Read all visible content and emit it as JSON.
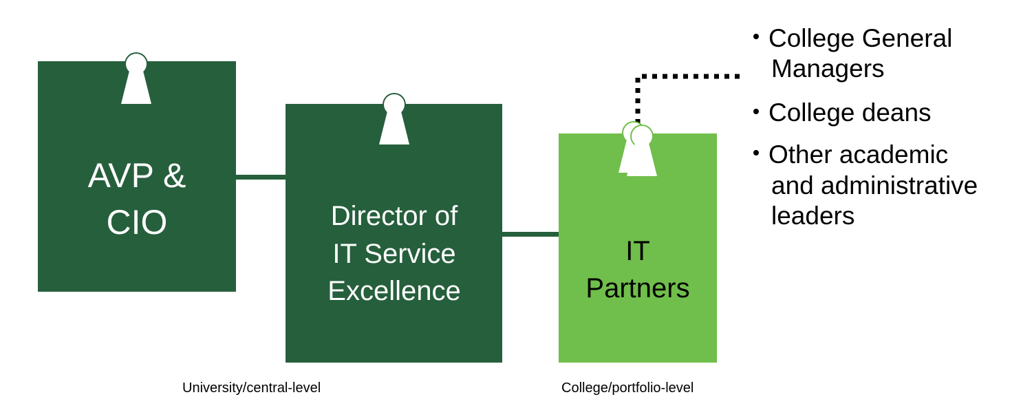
{
  "colors": {
    "dark_green": "#265f3c",
    "light_green": "#70be4b",
    "icon_fill": "#ffffff",
    "connector_dotted": "#000000"
  },
  "boxes": [
    {
      "id": "avp",
      "lines": [
        "AVP &",
        "CIO"
      ],
      "icon": "person-keyhole-icon"
    },
    {
      "id": "director",
      "lines": [
        "Director of",
        "IT Service",
        "Excellence"
      ],
      "icon": "person-keyhole-icon"
    },
    {
      "id": "partners",
      "lines": [
        "IT",
        "Partners"
      ],
      "icon": "two-person-keyhole-icon"
    }
  ],
  "stakeholders": [
    {
      "lines": [
        "College General",
        "Managers"
      ]
    },
    {
      "lines": [
        "College deans"
      ]
    },
    {
      "lines": [
        "Other academic",
        "and administrative",
        "leaders"
      ]
    }
  ],
  "levels": {
    "central": "University/central-level",
    "college": "College/portfolio-level"
  }
}
